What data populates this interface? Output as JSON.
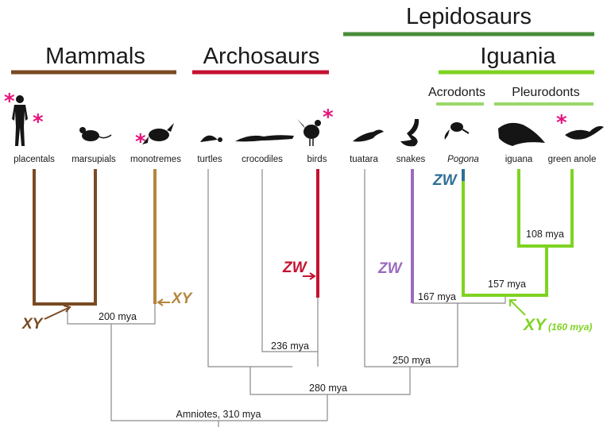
{
  "groups": {
    "lepidosaurs": "Lepidosaurs",
    "mammals": "Mammals",
    "archosaurs": "Archosaurs",
    "iguania": "Iguania",
    "acrodonts": "Acrodonts",
    "pleurodonts": "Pleurodonts"
  },
  "taxa": {
    "placentals": "placentals",
    "marsupials": "marsupials",
    "monotremes": "monotremes",
    "turtles": "turtles",
    "crocodiles": "crocodiles",
    "birds": "birds",
    "tuatara": "tuatara",
    "snakes": "snakes",
    "pogona": "Pogona",
    "iguana": "iguana",
    "green_anole": "green anole"
  },
  "ages": {
    "mammals": "200 mya",
    "archosaurs": "236 mya",
    "lepidosaurs": "250 mya",
    "reptiles": "280 mya",
    "amniotes": "Amniotes, 310 mya",
    "iguania": "157 mya",
    "pleurodonts": "108 mya",
    "squamates": "167 mya"
  },
  "events": {
    "xy_therian": "XY",
    "xy_monotreme": "XY",
    "zw_birds": "ZW",
    "zw_snakes": "ZW",
    "zw_pogona": "ZW",
    "xy_iguania": "XY",
    "xy_iguania_age": "(160 mya)"
  },
  "marker": "*",
  "colors": {
    "mammals": "#7a4a22",
    "monotreme": "#b5853e",
    "archosaurs": "#c41230",
    "lepidosaurs": "#4a8b3a",
    "iguania": "#7ed321",
    "iguania_light": "#9ad86a",
    "snakes": "#9b6bbf",
    "pogona": "#2f6f96",
    "tree": "#8a8a8a",
    "star": "#e8127a"
  }
}
